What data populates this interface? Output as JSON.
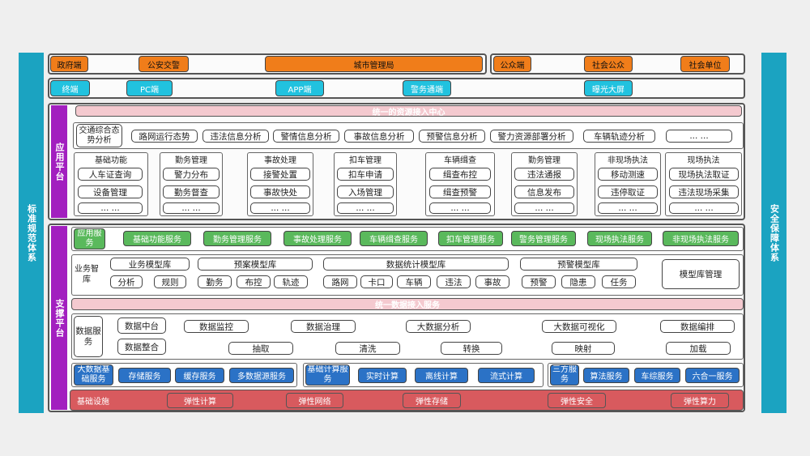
{
  "sides": {
    "left": "标准规范体系",
    "right": "安全保障体系"
  },
  "row1": {
    "gov_label": "政府端",
    "gov_items": [
      "公安交警",
      "城市管理局"
    ],
    "public_label": "公众端",
    "public_items": [
      "社会公众",
      "社会单位"
    ]
  },
  "row2": {
    "label": "终端",
    "items": [
      "PC端",
      "APP端",
      "警务通端",
      "曝光大屏"
    ]
  },
  "app": {
    "label": "应用平台",
    "bar": "统一的资源接入中心",
    "analysis_title": "交通综合态势分析",
    "analysis": [
      "路网运行态势",
      "违法信息分析",
      "警情信息分析",
      "事故信息分析",
      "预警信息分析",
      "警力资源部署分析",
      "车辆轨迹分析",
      "... ..."
    ],
    "modules": [
      {
        "title": "基础功能",
        "items": [
          "人车证查询",
          "设备管理",
          "... ..."
        ]
      },
      {
        "title": "勤务管理",
        "items": [
          "警力分布",
          "勤务督查",
          "... ..."
        ]
      },
      {
        "title": "事故处理",
        "items": [
          "接警处置",
          "事故快处",
          "... ..."
        ]
      },
      {
        "title": "扣车管理",
        "items": [
          "扣车申请",
          "入场管理",
          "... ..."
        ]
      },
      {
        "title": "车辆缉查",
        "items": [
          "缉查布控",
          "缉查预警",
          "... ..."
        ]
      },
      {
        "title": "勤务管理",
        "items": [
          "违法通报",
          "信息发布",
          "... ..."
        ]
      },
      {
        "title": "非现场执法",
        "items": [
          "移动测速",
          "违停取证",
          "... ..."
        ]
      },
      {
        "title": "现场执法",
        "items": [
          "现场执法取证",
          "违法现场采集",
          "... ..."
        ]
      }
    ]
  },
  "support": {
    "label": "支撑平台",
    "app_service_label": "应用服务",
    "app_services": [
      "基础功能服务",
      "勤务管理服务",
      "事故处理服务",
      "车辆缉查服务",
      "扣车管理服务",
      "警务管理服务",
      "现场执法服务",
      "非现场执法服务"
    ],
    "biz_label": "业务智库",
    "model_libs": [
      "业务模型库",
      "预案模型库",
      "数据统计模型库",
      "预警模型库"
    ],
    "model_manage": "模型库管理",
    "biz_items": [
      "分析",
      "规则",
      "勤务",
      "布控",
      "轨迹",
      "路网",
      "卡口",
      "车辆",
      "违法",
      "事故",
      "预警",
      "隐患",
      "任务"
    ],
    "data_bar": "统一数据接入服务",
    "data_service_label": "数据服务",
    "data_center": "数据中台",
    "data_center_items": [
      "数据监控",
      "数据治理",
      "大数据分析",
      "大数据可视化",
      "数据编排"
    ],
    "data_integrate": "数据整合",
    "data_integrate_items": [
      "抽取",
      "清洗",
      "转换",
      "映射",
      "加载"
    ],
    "base_data_label": "大数据基础服务",
    "base_data_items": [
      "存储服务",
      "缓存服务",
      "多数据源服务"
    ],
    "base_compute_label": "基础计算服务",
    "base_compute_items": [
      "实时计算",
      "离线计算",
      "流式计算"
    ],
    "third_label": "三方服务",
    "third_items": [
      "算法服务",
      "车综服务",
      "六合一服务"
    ],
    "infra_label": "基础设施",
    "infra_items": [
      "弹性计算",
      "弹性网络",
      "弹性存储",
      "弹性安全",
      "弹性算力"
    ]
  }
}
